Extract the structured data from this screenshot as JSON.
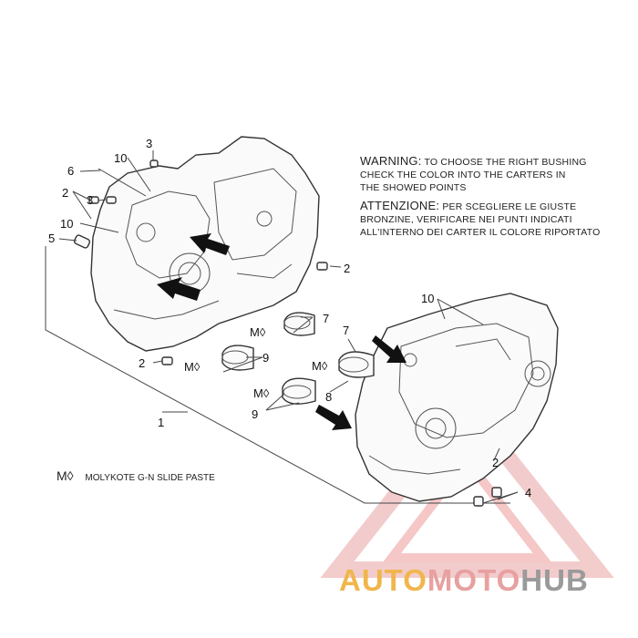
{
  "notes": {
    "warning_head": "WARNING:",
    "warning_line1": "TO CHOOSE THE RIGHT BUSHING",
    "warning_line2": "CHECK THE COLOR INTO THE CARTERS IN",
    "warning_line3": "THE SHOWED POINTS",
    "attention_head": "ATTENZIONE:",
    "attention_line1": "PER SCEGLIERE LE GIUSTE",
    "attention_line2": "BRONZINE, VERIFICARE NEI PUNTI INDICATI",
    "attention_line3": "ALL'INTERNO DEI CARTER IL COLORE RIPORTATO"
  },
  "legend": {
    "symbol": "M◊",
    "text": "MOLYKOTE G-N SLIDE PASTE"
  },
  "labels": {
    "n1": "1",
    "n2": "2",
    "n3": "3",
    "n4": "4",
    "n5": "5",
    "n6": "6",
    "n7": "7",
    "n8": "8",
    "n9": "9",
    "n10": "10",
    "m": "M◊"
  },
  "watermark": {
    "part1": "AUTO",
    "part2": "MOTO",
    "part3": "HUB"
  }
}
